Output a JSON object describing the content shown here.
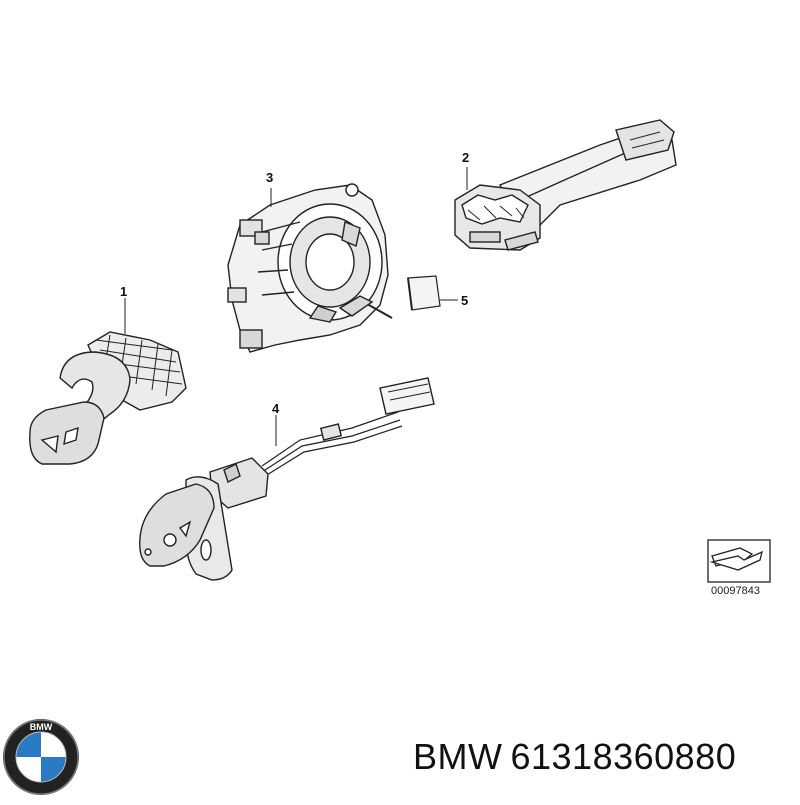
{
  "diagram": {
    "callouts": [
      {
        "id": "part-1",
        "label": "1"
      },
      {
        "id": "part-2",
        "label": "2"
      },
      {
        "id": "part-3",
        "label": "3"
      },
      {
        "id": "part-4",
        "label": "4"
      },
      {
        "id": "part-5",
        "label": "5"
      }
    ],
    "reference_code": "00097843"
  },
  "logo": {
    "text": "BMW",
    "colors": {
      "blue": "#2a7ac4",
      "ring": "#222222",
      "white": "#ffffff"
    }
  },
  "caption": {
    "brand": "BMW",
    "part_number": "61318360880"
  },
  "colors": {
    "line": "#222222",
    "shade": "#bdbdbd",
    "part_fill": "#f2f2f2"
  }
}
